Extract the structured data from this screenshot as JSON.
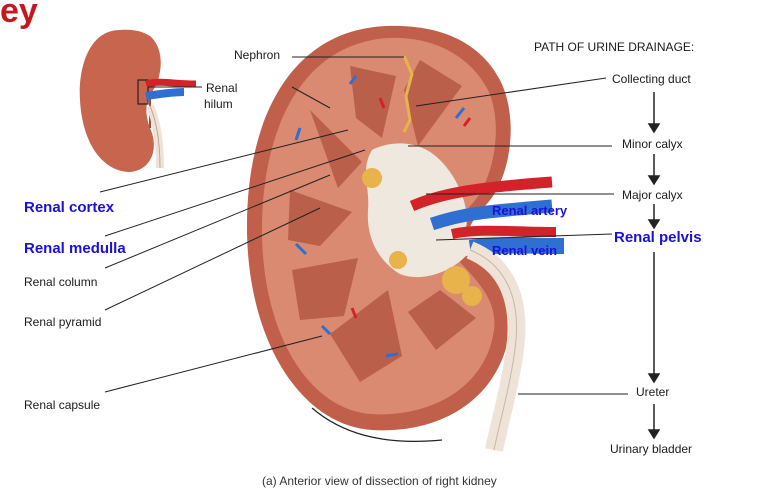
{
  "title_fragment": "ey",
  "labels": {
    "nephron": "Nephron",
    "renal_hilum_line1": "Renal",
    "renal_hilum_line2": "hilum",
    "renal_cortex": "Renal cortex",
    "renal_medulla": "Renal medulla",
    "renal_column": "Renal column",
    "renal_pyramid": "Renal pyramid",
    "renal_capsule": "Renal capsule",
    "renal_artery": "Renal artery",
    "renal_vein": "Renal vein",
    "renal_pelvis": "Renal pelvis"
  },
  "pathway": {
    "heading": "PATH OF URINE DRAINAGE:",
    "steps": [
      "Collecting duct",
      "Minor calyx",
      "Major calyx",
      "Ureter",
      "Urinary bladder"
    ]
  },
  "caption": "(a) Anterior view of dissection of right kidney",
  "colors": {
    "kidney_outer": "#c8654e",
    "cortex": "#d98a70",
    "medulla": "#b95f4a",
    "artery": "#d2232a",
    "vein": "#2f6fd1",
    "calyx": "#efe8df",
    "fat": "#e7b34a",
    "accent_blue": "#1a10d8",
    "title_red": "#c8161d"
  }
}
